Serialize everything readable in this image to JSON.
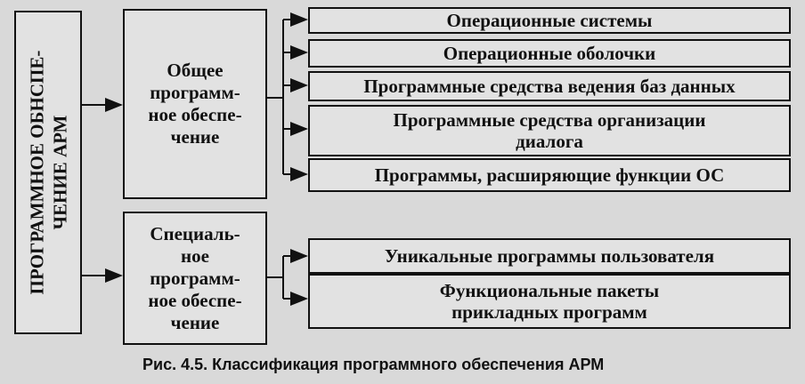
{
  "root": {
    "line1": "ПРОГРАММНОЕ ОБНСПЕ-",
    "line2": "ЧЕНИЕ АРМ"
  },
  "groups": [
    {
      "label": "Общее\nпрограмм-\nное обеспе-\nчение",
      "items": [
        "Операционные системы",
        "Операционные оболочки",
        "Программные средства ведения баз данных",
        "Программные средства организации\nдиалога",
        "Программы, расширяющие функции ОС"
      ]
    },
    {
      "label": "Специаль-\nное\nпрограмм-\nное обеспе-\nчение",
      "items": [
        "Уникальные программы пользователя",
        "Функциональные пакеты\nприкладных программ"
      ]
    }
  ],
  "caption": "Рис. 4.5. Классификация программного обеспечения АРМ",
  "colors": {
    "line": "#111111",
    "box_fill": "#e2e2e2",
    "background": "#d9d9d9"
  }
}
